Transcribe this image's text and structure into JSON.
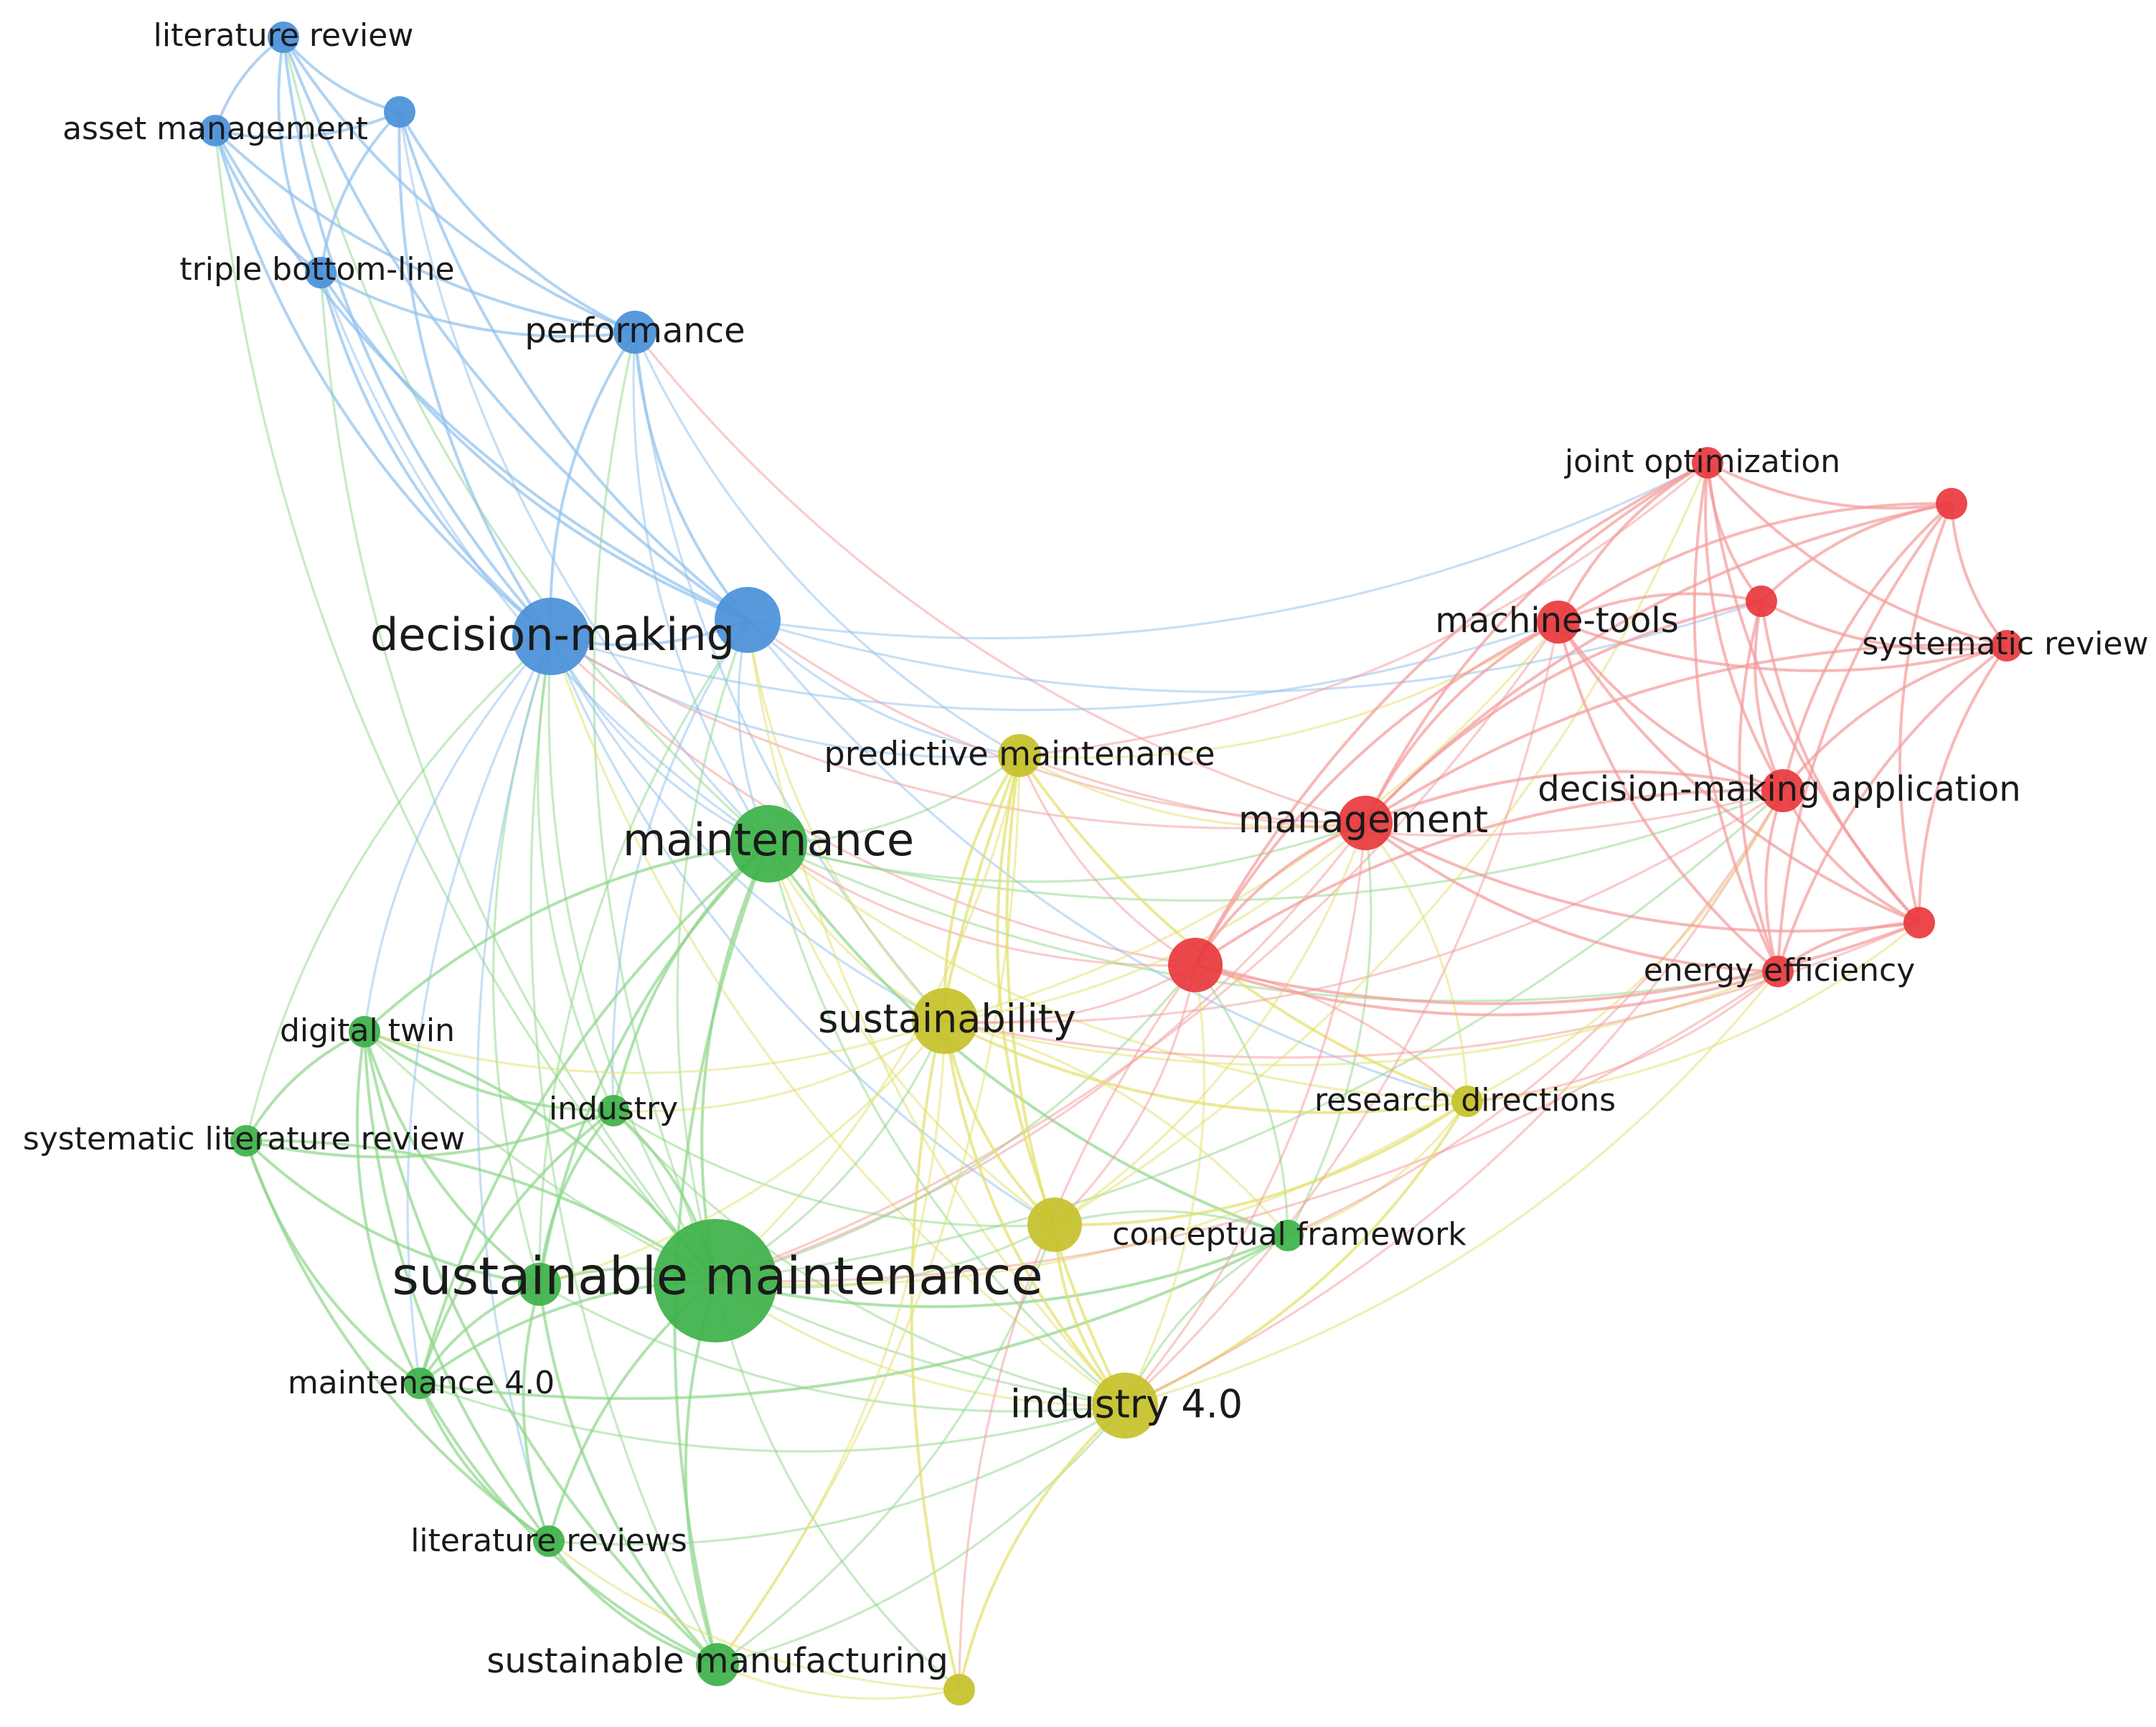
{
  "clusters": [
    {
      "id": "blue",
      "color": "#4a90d9",
      "link_color": "#8ec0ee"
    },
    {
      "id": "green",
      "color": "#3db149",
      "link_color": "#8fd68a"
    },
    {
      "id": "yellow",
      "color": "#c5c12a",
      "link_color": "#e2e06a"
    },
    {
      "id": "red",
      "color": "#e8383d",
      "link_color": "#f39a9a"
    }
  ],
  "nodes": [
    {
      "id": "literature-review",
      "label": "literature review",
      "cluster": "blue",
      "weight": 1
    },
    {
      "id": "asset-management",
      "label": "asset management",
      "cluster": "blue",
      "weight": 1
    },
    {
      "id": "blue-unlabeled-1",
      "label": "",
      "cluster": "blue",
      "weight": 1
    },
    {
      "id": "triple-bottom-line",
      "label": "triple bottom-line",
      "cluster": "blue",
      "weight": 1
    },
    {
      "id": "performance",
      "label": "performance",
      "cluster": "blue",
      "weight": 2
    },
    {
      "id": "decision-making",
      "label": "decision-making",
      "cluster": "blue",
      "weight": 5
    },
    {
      "id": "blue-unlabeled-2",
      "label": "",
      "cluster": "blue",
      "weight": 4
    },
    {
      "id": "maintenance",
      "label": "maintenance",
      "cluster": "green",
      "weight": 5
    },
    {
      "id": "sustainable-maintenance",
      "label": "sustainable maintenance",
      "cluster": "green",
      "weight": 9
    },
    {
      "id": "digital-twin",
      "label": "digital twin",
      "cluster": "green",
      "weight": 1
    },
    {
      "id": "industry",
      "label": "industry",
      "cluster": "green",
      "weight": 1
    },
    {
      "id": "systematic-literature-review",
      "label": "systematic literature review",
      "cluster": "green",
      "weight": 1
    },
    {
      "id": "green-unlabeled-1",
      "label": "",
      "cluster": "green",
      "weight": 2
    },
    {
      "id": "maintenance-4-0",
      "label": "maintenance 4.0",
      "cluster": "green",
      "weight": 1
    },
    {
      "id": "literature-reviews",
      "label": "literature reviews",
      "cluster": "green",
      "weight": 1
    },
    {
      "id": "sustainable-manufacturing",
      "label": "sustainable manufacturing",
      "cluster": "green",
      "weight": 2
    },
    {
      "id": "conceptual-framework",
      "label": "conceptual framework",
      "cluster": "green",
      "weight": 1
    },
    {
      "id": "predictive-maintenance",
      "label": "predictive maintenance",
      "cluster": "yellow",
      "weight": 2
    },
    {
      "id": "sustainability",
      "label": "sustainability",
      "cluster": "yellow",
      "weight": 4
    },
    {
      "id": "yellow-unlabeled-1",
      "label": "",
      "cluster": "yellow",
      "weight": 3
    },
    {
      "id": "industry-4-0",
      "label": "industry 4.0",
      "cluster": "yellow",
      "weight": 4
    },
    {
      "id": "research-directions",
      "label": "research directions",
      "cluster": "yellow",
      "weight": 1
    },
    {
      "id": "yellow-unlabeled-2",
      "label": "",
      "cluster": "yellow",
      "weight": 1
    },
    {
      "id": "joint-optimization",
      "label": "joint optimization",
      "cluster": "red",
      "weight": 1
    },
    {
      "id": "red-unlabeled-1",
      "label": "",
      "cluster": "red",
      "weight": 1
    },
    {
      "id": "red-unlabeled-2",
      "label": "",
      "cluster": "red",
      "weight": 1
    },
    {
      "id": "machine-tools",
      "label": "machine-tools",
      "cluster": "red",
      "weight": 2
    },
    {
      "id": "systematic-review",
      "label": "systematic review",
      "cluster": "red",
      "weight": 1
    },
    {
      "id": "decision-making-application",
      "label": "decision-making application",
      "cluster": "red",
      "weight": 2
    },
    {
      "id": "management",
      "label": "management",
      "cluster": "red",
      "weight": 3
    },
    {
      "id": "red-unlabeled-3",
      "label": "",
      "cluster": "red",
      "weight": 3
    },
    {
      "id": "red-unlabeled-4",
      "label": "",
      "cluster": "red",
      "weight": 1
    },
    {
      "id": "energy-efficiency",
      "label": "energy efficiency",
      "cluster": "red",
      "weight": 1
    }
  ],
  "links": [
    [
      "literature-review",
      "asset-management"
    ],
    [
      "literature-review",
      "blue-unlabeled-1"
    ],
    [
      "literature-review",
      "triple-bottom-line"
    ],
    [
      "literature-review",
      "performance"
    ],
    [
      "literature-review",
      "decision-making"
    ],
    [
      "literature-review",
      "blue-unlabeled-2"
    ],
    [
      "literature-review",
      "maintenance"
    ],
    [
      "asset-management",
      "blue-unlabeled-1"
    ],
    [
      "asset-management",
      "triple-bottom-line"
    ],
    [
      "asset-management",
      "performance"
    ],
    [
      "asset-management",
      "decision-making"
    ],
    [
      "asset-management",
      "blue-unlabeled-2"
    ],
    [
      "asset-management",
      "sustainable-maintenance"
    ],
    [
      "blue-unlabeled-1",
      "triple-bottom-line"
    ],
    [
      "blue-unlabeled-1",
      "performance"
    ],
    [
      "blue-unlabeled-1",
      "decision-making"
    ],
    [
      "blue-unlabeled-1",
      "blue-unlabeled-2"
    ],
    [
      "blue-unlabeled-1",
      "maintenance"
    ],
    [
      "triple-bottom-line",
      "performance"
    ],
    [
      "triple-bottom-line",
      "decision-making"
    ],
    [
      "triple-bottom-line",
      "blue-unlabeled-2"
    ],
    [
      "triple-bottom-line",
      "maintenance"
    ],
    [
      "triple-bottom-line",
      "sustainable-maintenance"
    ],
    [
      "performance",
      "decision-making"
    ],
    [
      "performance",
      "blue-unlabeled-2"
    ],
    [
      "performance",
      "maintenance"
    ],
    [
      "performance",
      "sustainable-maintenance"
    ],
    [
      "performance",
      "predictive-maintenance"
    ],
    [
      "performance",
      "management"
    ],
    [
      "performance",
      "sustainability"
    ],
    [
      "decision-making",
      "blue-unlabeled-2"
    ],
    [
      "decision-making",
      "maintenance"
    ],
    [
      "decision-making",
      "sustainable-maintenance"
    ],
    [
      "decision-making",
      "digital-twin"
    ],
    [
      "decision-making",
      "industry"
    ],
    [
      "decision-making",
      "predictive-maintenance"
    ],
    [
      "decision-making",
      "management"
    ],
    [
      "decision-making",
      "sustainability"
    ],
    [
      "decision-making",
      "industry-4-0"
    ],
    [
      "decision-making",
      "machine-tools"
    ],
    [
      "decision-making",
      "red-unlabeled-3"
    ],
    [
      "decision-making",
      "maintenance-4-0"
    ],
    [
      "decision-making",
      "green-unlabeled-1"
    ],
    [
      "decision-making",
      "yellow-unlabeled-1"
    ],
    [
      "decision-making",
      "sustainable-manufacturing"
    ],
    [
      "decision-making",
      "literature-reviews"
    ],
    [
      "decision-making",
      "systematic-literature-review"
    ],
    [
      "blue-unlabeled-2",
      "maintenance"
    ],
    [
      "blue-unlabeled-2",
      "sustainable-maintenance"
    ],
    [
      "blue-unlabeled-2",
      "predictive-maintenance"
    ],
    [
      "blue-unlabeled-2",
      "management"
    ],
    [
      "blue-unlabeled-2",
      "red-unlabeled-2"
    ],
    [
      "blue-unlabeled-2",
      "sustainability"
    ],
    [
      "blue-unlabeled-2",
      "industry"
    ],
    [
      "blue-unlabeled-2",
      "industry-4-0"
    ],
    [
      "blue-unlabeled-2",
      "joint-optimization"
    ],
    [
      "blue-unlabeled-2",
      "green-unlabeled-1"
    ],
    [
      "blue-unlabeled-2",
      "research-directions"
    ],
    [
      "maintenance",
      "sustainable-maintenance"
    ],
    [
      "maintenance",
      "predictive-maintenance"
    ],
    [
      "maintenance",
      "sustainability"
    ],
    [
      "maintenance",
      "management"
    ],
    [
      "maintenance",
      "red-unlabeled-3"
    ],
    [
      "maintenance",
      "industry-4-0"
    ],
    [
      "maintenance",
      "digital-twin"
    ],
    [
      "maintenance",
      "industry"
    ],
    [
      "maintenance",
      "yellow-unlabeled-1"
    ],
    [
      "maintenance",
      "green-unlabeled-1"
    ],
    [
      "maintenance",
      "maintenance-4-0"
    ],
    [
      "maintenance",
      "conceptual-framework"
    ],
    [
      "maintenance",
      "research-directions"
    ],
    [
      "maintenance",
      "energy-efficiency"
    ],
    [
      "maintenance",
      "sustainable-manufacturing"
    ],
    [
      "maintenance",
      "decision-making-application"
    ],
    [
      "sustainable-maintenance",
      "predictive-maintenance"
    ],
    [
      "sustainable-maintenance",
      "sustainability"
    ],
    [
      "sustainable-maintenance",
      "industry-4-0"
    ],
    [
      "sustainable-maintenance",
      "yellow-unlabeled-1"
    ],
    [
      "sustainable-maintenance",
      "management"
    ],
    [
      "sustainable-maintenance",
      "red-unlabeled-3"
    ],
    [
      "sustainable-maintenance",
      "digital-twin"
    ],
    [
      "sustainable-maintenance",
      "industry"
    ],
    [
      "sustainable-maintenance",
      "systematic-literature-review"
    ],
    [
      "sustainable-maintenance",
      "green-unlabeled-1"
    ],
    [
      "sustainable-maintenance",
      "maintenance-4-0"
    ],
    [
      "sustainable-maintenance",
      "literature-reviews"
    ],
    [
      "sustainable-maintenance",
      "sustainable-manufacturing"
    ],
    [
      "sustainable-maintenance",
      "conceptual-framework"
    ],
    [
      "sustainable-maintenance",
      "research-directions"
    ],
    [
      "sustainable-maintenance",
      "yellow-unlabeled-2"
    ],
    [
      "sustainable-maintenance",
      "machine-tools"
    ],
    [
      "sustainable-maintenance",
      "decision-making-application"
    ],
    [
      "sustainable-maintenance",
      "energy-efficiency"
    ],
    [
      "digital-twin",
      "systematic-literature-review"
    ],
    [
      "digital-twin",
      "industry"
    ],
    [
      "digital-twin",
      "green-unlabeled-1"
    ],
    [
      "digital-twin",
      "maintenance-4-0"
    ],
    [
      "digital-twin",
      "literature-reviews"
    ],
    [
      "digital-twin",
      "sustainable-manufacturing"
    ],
    [
      "digital-twin",
      "industry-4-0"
    ],
    [
      "digital-twin",
      "sustainability"
    ],
    [
      "systematic-literature-review",
      "green-unlabeled-1"
    ],
    [
      "systematic-literature-review",
      "maintenance-4-0"
    ],
    [
      "systematic-literature-review",
      "literature-reviews"
    ],
    [
      "systematic-literature-review",
      "industry"
    ],
    [
      "industry",
      "green-unlabeled-1"
    ],
    [
      "industry",
      "sustainability"
    ],
    [
      "industry",
      "industry-4-0"
    ],
    [
      "industry",
      "maintenance-4-0"
    ],
    [
      "industry",
      "yellow-unlabeled-1"
    ],
    [
      "green-unlabeled-1",
      "maintenance-4-0"
    ],
    [
      "green-unlabeled-1",
      "literature-reviews"
    ],
    [
      "green-unlabeled-1",
      "sustainable-manufacturing"
    ],
    [
      "green-unlabeled-1",
      "industry-4-0"
    ],
    [
      "green-unlabeled-1",
      "sustainability"
    ],
    [
      "maintenance-4-0",
      "literature-reviews"
    ],
    [
      "maintenance-4-0",
      "sustainable-manufacturing"
    ],
    [
      "maintenance-4-0",
      "industry-4-0"
    ],
    [
      "maintenance-4-0",
      "conceptual-framework"
    ],
    [
      "literature-reviews",
      "sustainable-manufacturing"
    ],
    [
      "literature-reviews",
      "yellow-unlabeled-2"
    ],
    [
      "literature-reviews",
      "industry-4-0"
    ],
    [
      "sustainable-manufacturing",
      "yellow-unlabeled-2"
    ],
    [
      "sustainable-manufacturing",
      "industry-4-0"
    ],
    [
      "sustainable-manufacturing",
      "sustainability"
    ],
    [
      "sustainable-manufacturing",
      "yellow-unlabeled-1"
    ],
    [
      "sustainable-manufacturing",
      "predictive-maintenance"
    ],
    [
      "conceptual-framework",
      "industry-4-0"
    ],
    [
      "conceptual-framework",
      "sustainability"
    ],
    [
      "conceptual-framework",
      "yellow-unlabeled-1"
    ],
    [
      "conceptual-framework",
      "research-directions"
    ],
    [
      "conceptual-framework",
      "management"
    ],
    [
      "conceptual-framework",
      "decision-making-application"
    ],
    [
      "conceptual-framework",
      "red-unlabeled-3"
    ],
    [
      "predictive-maintenance",
      "sustainability"
    ],
    [
      "predictive-maintenance",
      "yellow-unlabeled-1"
    ],
    [
      "predictive-maintenance",
      "industry-4-0"
    ],
    [
      "predictive-maintenance",
      "management"
    ],
    [
      "predictive-maintenance",
      "red-unlabeled-3"
    ],
    [
      "predictive-maintenance",
      "research-directions"
    ],
    [
      "predictive-maintenance",
      "joint-optimization"
    ],
    [
      "predictive-maintenance",
      "machine-tools"
    ],
    [
      "predictive-maintenance",
      "decision-making-application"
    ],
    [
      "predictive-maintenance",
      "yellow-unlabeled-2"
    ],
    [
      "sustainability",
      "yellow-unlabeled-1"
    ],
    [
      "sustainability",
      "industry-4-0"
    ],
    [
      "sustainability",
      "research-directions"
    ],
    [
      "sustainability",
      "management"
    ],
    [
      "sustainability",
      "red-unlabeled-3"
    ],
    [
      "sustainability",
      "machine-tools"
    ],
    [
      "sustainability",
      "decision-making-application"
    ],
    [
      "sustainability",
      "energy-efficiency"
    ],
    [
      "sustainability",
      "red-unlabeled-4"
    ],
    [
      "yellow-unlabeled-1",
      "industry-4-0"
    ],
    [
      "yellow-unlabeled-1",
      "research-directions"
    ],
    [
      "yellow-unlabeled-1",
      "management"
    ],
    [
      "yellow-unlabeled-1",
      "red-unlabeled-3"
    ],
    [
      "yellow-unlabeled-1",
      "joint-optimization"
    ],
    [
      "industry-4-0",
      "research-directions"
    ],
    [
      "industry-4-0",
      "yellow-unlabeled-2"
    ],
    [
      "industry-4-0",
      "management"
    ],
    [
      "industry-4-0",
      "red-unlabeled-3"
    ],
    [
      "industry-4-0",
      "decision-making-application"
    ],
    [
      "industry-4-0",
      "energy-efficiency"
    ],
    [
      "industry-4-0",
      "machine-tools"
    ],
    [
      "research-directions",
      "management"
    ],
    [
      "research-directions",
      "red-unlabeled-3"
    ],
    [
      "research-directions",
      "decision-making-application"
    ],
    [
      "research-directions",
      "energy-efficiency"
    ],
    [
      "research-directions",
      "red-unlabeled-4"
    ],
    [
      "joint-optimization",
      "red-unlabeled-1"
    ],
    [
      "joint-optimization",
      "red-unlabeled-2"
    ],
    [
      "joint-optimization",
      "machine-tools"
    ],
    [
      "joint-optimization",
      "systematic-review"
    ],
    [
      "joint-optimization",
      "decision-making-application"
    ],
    [
      "joint-optimization",
      "management"
    ],
    [
      "joint-optimization",
      "red-unlabeled-3"
    ],
    [
      "joint-optimization",
      "red-unlabeled-4"
    ],
    [
      "joint-optimization",
      "energy-efficiency"
    ],
    [
      "red-unlabeled-1",
      "red-unlabeled-2"
    ],
    [
      "red-unlabeled-1",
      "machine-tools"
    ],
    [
      "red-unlabeled-1",
      "systematic-review"
    ],
    [
      "red-unlabeled-1",
      "decision-making-application"
    ],
    [
      "red-unlabeled-1",
      "red-unlabeled-4"
    ],
    [
      "red-unlabeled-1",
      "energy-efficiency"
    ],
    [
      "red-unlabeled-1",
      "management"
    ],
    [
      "red-unlabeled-2",
      "machine-tools"
    ],
    [
      "red-unlabeled-2",
      "systematic-review"
    ],
    [
      "red-unlabeled-2",
      "decision-making-application"
    ],
    [
      "red-unlabeled-2",
      "management"
    ],
    [
      "red-unlabeled-2",
      "red-unlabeled-4"
    ],
    [
      "red-unlabeled-2",
      "energy-efficiency"
    ],
    [
      "machine-tools",
      "systematic-review"
    ],
    [
      "machine-tools",
      "decision-making-application"
    ],
    [
      "machine-tools",
      "management"
    ],
    [
      "machine-tools",
      "red-unlabeled-3"
    ],
    [
      "machine-tools",
      "red-unlabeled-4"
    ],
    [
      "machine-tools",
      "energy-efficiency"
    ],
    [
      "systematic-review",
      "decision-making-application"
    ],
    [
      "systematic-review",
      "red-unlabeled-4"
    ],
    [
      "systematic-review",
      "energy-efficiency"
    ],
    [
      "systematic-review",
      "management"
    ],
    [
      "decision-making-application",
      "management"
    ],
    [
      "decision-making-application",
      "red-unlabeled-3"
    ],
    [
      "decision-making-application",
      "red-unlabeled-4"
    ],
    [
      "decision-making-application",
      "energy-efficiency"
    ],
    [
      "management",
      "red-unlabeled-3"
    ],
    [
      "management",
      "red-unlabeled-4"
    ],
    [
      "management",
      "energy-efficiency"
    ],
    [
      "red-unlabeled-3",
      "red-unlabeled-4"
    ],
    [
      "red-unlabeled-3",
      "energy-efficiency"
    ],
    [
      "red-unlabeled-3",
      "yellow-unlabeled-2"
    ],
    [
      "red-unlabeled-4",
      "energy-efficiency"
    ]
  ]
}
